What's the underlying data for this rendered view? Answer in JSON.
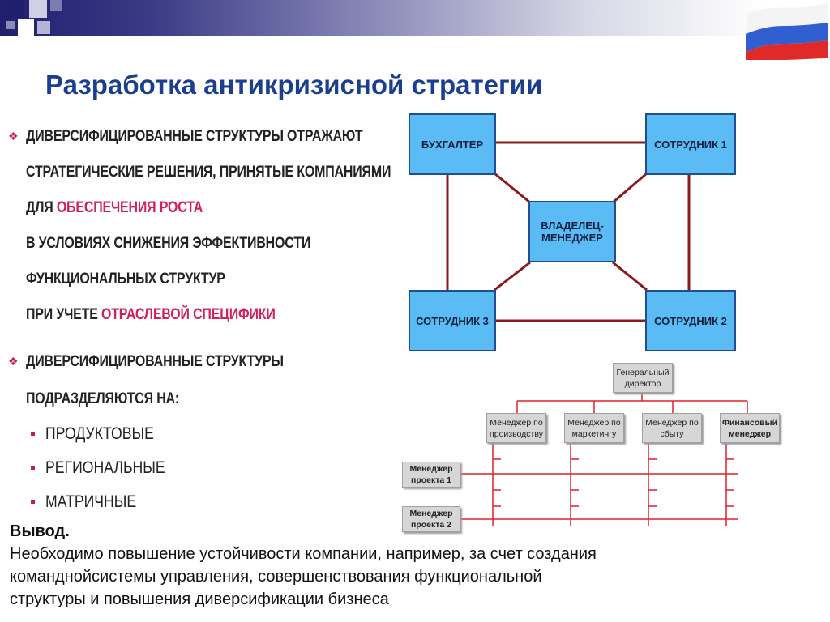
{
  "slide": {
    "title": "Разработка антикризисной стратегии"
  },
  "bullets": {
    "b1_lines": [
      "ДИВЕРСИФИЦИРОВАННЫЕ СТРУКТУРЫ ОТРАЖАЮТ",
      "СТРАТЕГИЧЕСКИЕ РЕШЕНИЯ, ПРИНЯТЫЕ КОМПАНИЯМИ"
    ],
    "b1_l3_pre": "ДЛЯ ",
    "b1_l3_hl": "ОБЕСПЕЧЕНИЯ РОСТА",
    "b1_l4": "В УСЛОВИЯХ СНИЖЕНИЯ ЭФФЕКТИВНОСТИ",
    "b1_l5": "ФУНКЦИОНАЛЬНЫХ СТРУКТУР",
    "b1_l6_pre": "ПРИ УЧЕТЕ ",
    "b1_l6_hl": "ОТРАСЛЕВОЙ СПЕЦИФИКИ",
    "b2_lines": [
      "ДИВЕРСИФИЦИРОВАННЫЕ СТРУКТУРЫ",
      "ПОДРАЗДЕЛЯЮТСЯ НА:"
    ],
    "sub_items": [
      "ПРОДУКТОВЫЕ",
      "РЕГИОНАЛЬНЫЕ",
      "МАТРИЧНЫЕ"
    ]
  },
  "network": {
    "top_left": "БУХГАЛТЕР",
    "top_right": "СОТРУДНИК 1",
    "center": "ВЛАДЕЛЕЦ-\nМЕНЕДЖЕР",
    "bottom_left": "СОТРУДНИК 3",
    "bottom_right": "СОТРУДНИК 2"
  },
  "org": {
    "ceo": "Генеральный\nдиректор",
    "managers": [
      "Менеджер по\nпроизводству",
      "Менеджер по\nмаркетингу",
      "Менеджер по\nсбыту",
      "Финансовый\nменеджер"
    ],
    "projects": [
      "Менеджер\nпроекта 1",
      "Менеджер\nпроекта 2"
    ]
  },
  "conclusion": {
    "heading": "Вывод.",
    "body": "Необходимо повышение устойчивости компании, например, за счет создания\nкомандной​системы управления, совершенствования функциональной\nструктуры и  повышения диверсификации бизнеса"
  },
  "colors": {
    "title": "#1b3f8f",
    "highlight": "#d0205a",
    "network_box": "#5bbcf5",
    "network_line": "#8b1a1a",
    "org_line": "#e0202a",
    "org_box": "#d6d6d6"
  }
}
